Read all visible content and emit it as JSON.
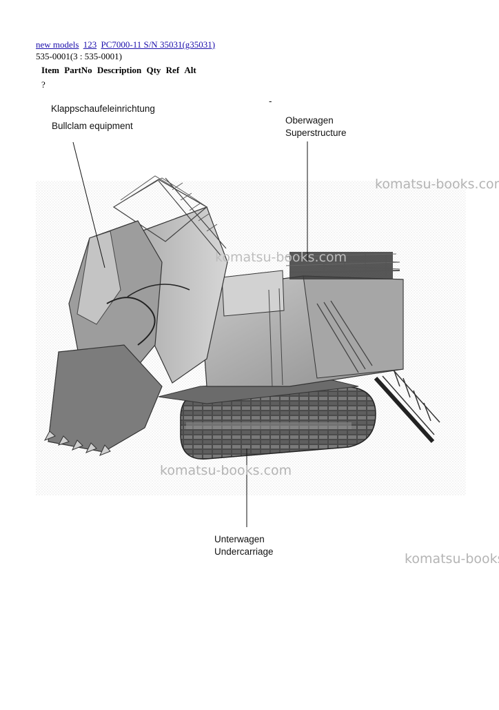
{
  "breadcrumb": {
    "link1": "new models",
    "link2": "123",
    "link3": "PC7000-11 S/N 35031(g35031)"
  },
  "subtitle": "535-0001(3 : 535-0001)",
  "table_header": {
    "item": "Item",
    "partno": "PartNo",
    "description": "Description",
    "qty": "Qty",
    "ref": "Ref",
    "alt": "Alt"
  },
  "placeholder_mark": "?",
  "figure": {
    "label_de_bullclam": "Klappschaufeleinrichtung",
    "label_en_bullclam": "Bullclam equipment",
    "label_de_super": "Oberwagen",
    "label_en_super": "Superstructure",
    "label_de_under": "Unterwagen",
    "label_en_under": "Undercarriage",
    "dash": "-"
  },
  "watermarks": {
    "top_right": "komatsu-books.com",
    "center": "komatsu-books.com",
    "bottom": "komatsu-books.com",
    "right_lower": "komatsu-books.com"
  }
}
